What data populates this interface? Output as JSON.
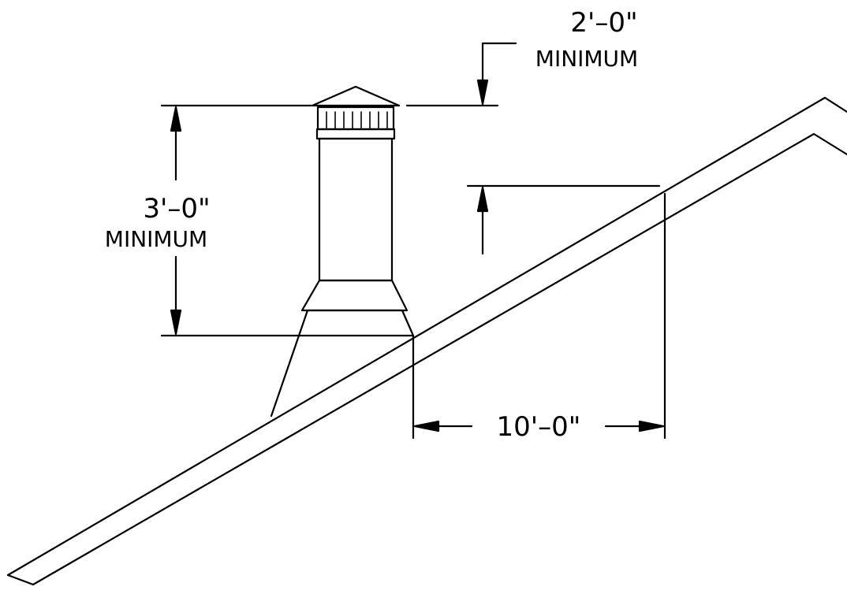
{
  "diagram": {
    "dimensions": {
      "top_clearance": {
        "value": "2'–0\"",
        "note": "MINIMUM"
      },
      "chimney_height": {
        "value": "3'–0\"",
        "note": "MINIMUM"
      },
      "horizontal_distance": {
        "value": "10'–0\""
      }
    }
  },
  "style": {
    "line_color": "#000000",
    "background": "#ffffff"
  }
}
